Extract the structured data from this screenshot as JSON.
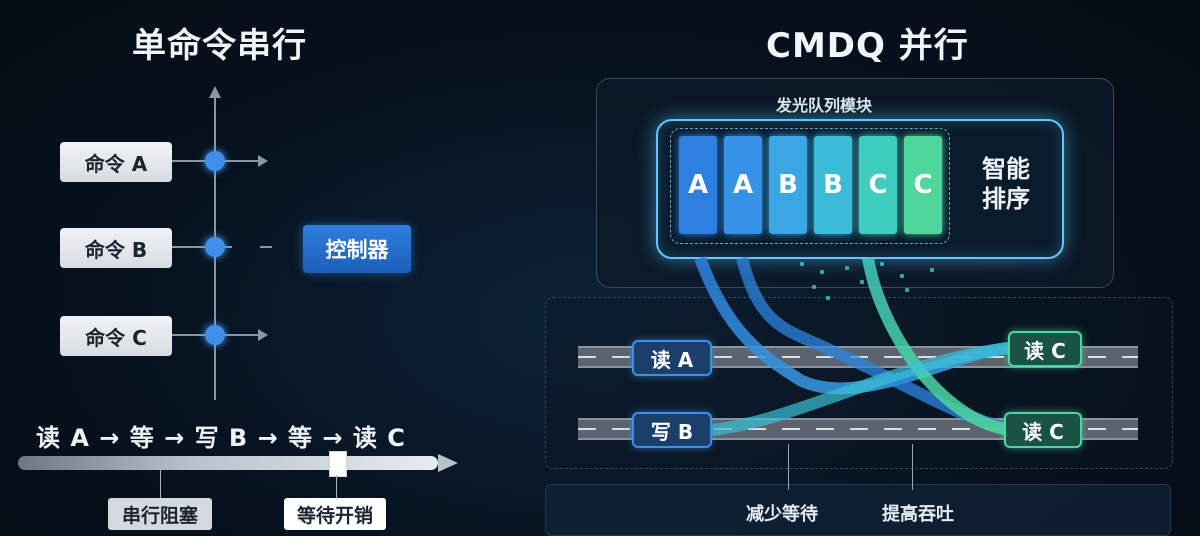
{
  "left_panel": {
    "title": "单命令串行",
    "commands": [
      "命令 A",
      "命令 B",
      "命令 C"
    ],
    "controller": "控制器",
    "sequence": "读 A → 等 → 写 B → 等 → 读 C",
    "timeline_labels": [
      "串行阻塞",
      "等待开销"
    ]
  },
  "right_panel": {
    "title": "CMDQ 并行",
    "module_title": "发光队列模块",
    "queue": [
      "A",
      "A",
      "B",
      "B",
      "C",
      "C"
    ],
    "queue_colors": [
      "#2f7fe0",
      "#3592e6",
      "#3aa6e4",
      "#3cbbd9",
      "#3fcdbf",
      "#4fd69c"
    ],
    "smart_sort": "智能排序",
    "ops": {
      "read_a": "读 A",
      "write_b": "写 B",
      "read_c_top": "读 C",
      "read_c_bottom": "读 C"
    },
    "bottom_labels": [
      "减少等待",
      "提高吞吐"
    ]
  }
}
